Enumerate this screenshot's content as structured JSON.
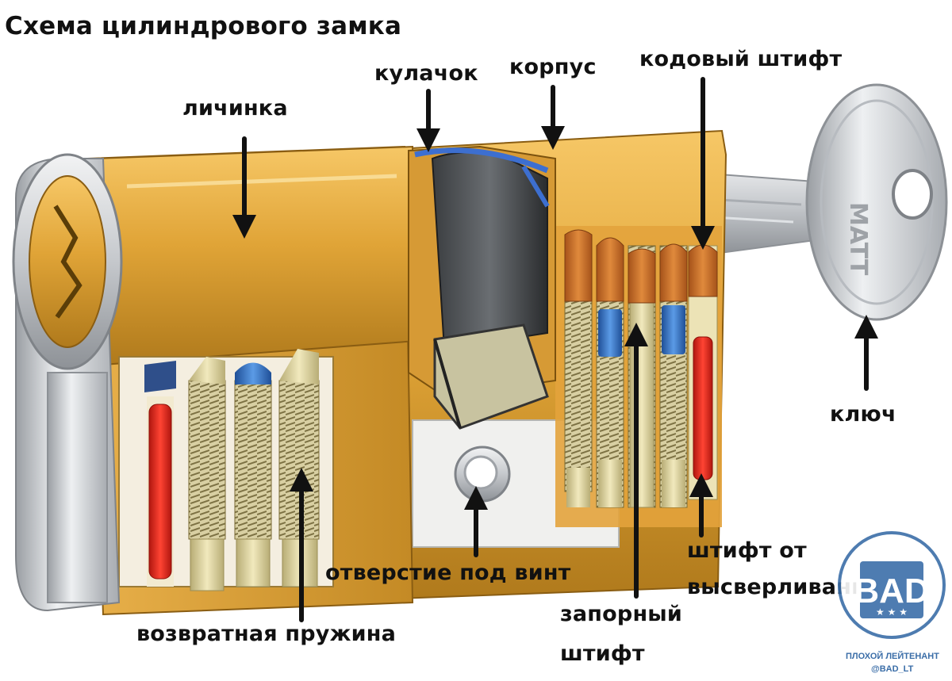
{
  "title": "Схема цилиндрового замка",
  "labels": {
    "larva": "личинка",
    "cam": "кулачок",
    "body": "корпус",
    "code_pin": "кодовый штифт",
    "key": "ключ",
    "drill_pin_line1": "штифт от",
    "drill_pin_line2": "высверливания",
    "screw_hole": "отверстие под винт",
    "locking_pin_line1": "запорный",
    "locking_pin_line2": "штифт",
    "return_spring": "возвратная пружина"
  },
  "watermark": {
    "logo_text": "BAD",
    "stars": "★ ★ ★",
    "line1": "ПЛОХОЙ ЛЕЙТЕНАНТ",
    "line2": "@BAD_LT"
  },
  "colors": {
    "brass": "#d9a23a",
    "brass_dark": "#9c6c16",
    "steel": "#c9ccd0",
    "copper_pin": "#c46a22",
    "blue_pin": "#2f6fc4",
    "red_pin": "#e0231a",
    "arrow": "#111111",
    "watermark": "#3b6ea8"
  }
}
